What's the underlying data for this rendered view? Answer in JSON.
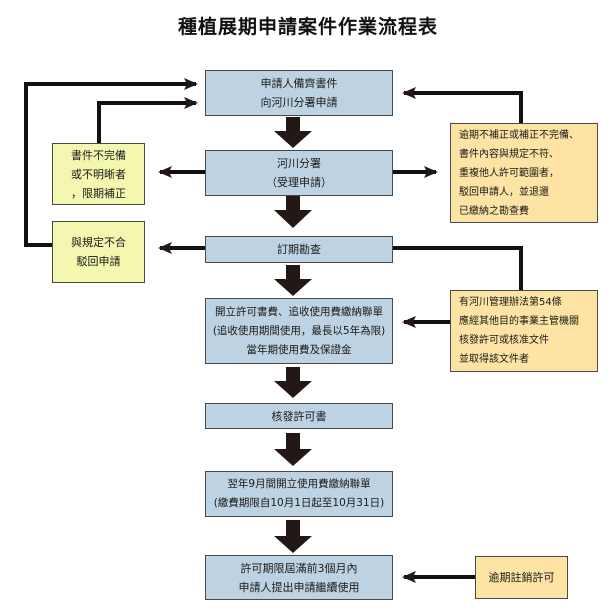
{
  "title": "種植展期申請案件作業流程表",
  "main_flow": [
    {
      "id": "apply",
      "lines": [
        "申請人備齊書件",
        "向河川分署申請"
      ]
    },
    {
      "id": "accept",
      "lines": [
        "河川分署",
        "（受理申請）"
      ]
    },
    {
      "id": "inspect",
      "lines": [
        "訂期勘查"
      ]
    },
    {
      "id": "billing",
      "lines": [
        "開立許可書費、追收使用費繳納聯單",
        "(追收使用期間使用，最長以5年為限)",
        "當年期使用費及保證金"
      ]
    },
    {
      "id": "issue",
      "lines": [
        "核發許可書"
      ]
    },
    {
      "id": "annual",
      "lines": [
        "翌年9月間開立使用費繳納聯單",
        "(繳費期限自10月1日起至10月31日)"
      ]
    },
    {
      "id": "renew",
      "lines": [
        "許可期限屆滿前3個月內",
        "申請人提出申請繼續使用"
      ]
    }
  ],
  "left_branches": [
    {
      "id": "incomplete",
      "lines": [
        "書件不完備",
        "或不明晰者",
        "，限期補正"
      ]
    },
    {
      "id": "reject",
      "lines": [
        "與規定不合",
        "駁回申請"
      ]
    }
  ],
  "right_branches": [
    {
      "id": "overdue-reject",
      "lines": [
        "逾期不補正或補正不完備、",
        "書件內容與規定不符、",
        "重複他人許可範圍者，",
        "駁回申請人，並退還",
        "已繳納之勘查費"
      ]
    },
    {
      "id": "article54",
      "lines": [
        "有河川管理辦法第54條",
        "應經其他目的事業主管機關",
        "核發許可或核准文件",
        "並取得該文件者"
      ]
    },
    {
      "id": "cancel",
      "lines": [
        "逾期註銷許可"
      ]
    }
  ],
  "colors": {
    "main_box": "#bdd3e3",
    "left_box": "#f4f7b0",
    "right_box": "#fde3a4",
    "arrow": "#231815"
  }
}
